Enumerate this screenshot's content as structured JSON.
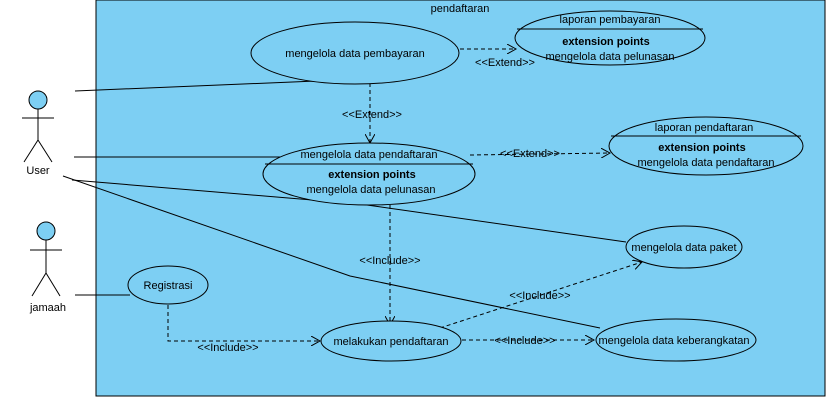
{
  "system": {
    "title": "pendaftaran"
  },
  "actors": {
    "user": "User",
    "jamaah": "jamaah"
  },
  "usecases": {
    "mengelola_pembayaran": "mengelola data pembayaran",
    "laporan_pembayaran": {
      "name": "laporan pembayaran",
      "ext_title": "extension points",
      "ext_point": "mengelola data pelunasan"
    },
    "mengelola_pendaftaran": {
      "name": "mengelola data pendaftaran",
      "ext_title": "extension points",
      "ext_point": "mengelola data pelunasan"
    },
    "laporan_pendaftaran": {
      "name": "laporan pendaftaran",
      "ext_title": "extension points",
      "ext_point": "mengelola data pendaftaran"
    },
    "mengelola_paket": "mengelola data paket",
    "registrasi": "Registrasi",
    "melakukan_pendaftaran": "melakukan pendaftaran",
    "mengelola_keberangkatan": "mengelola data keberangkatan"
  },
  "relations": {
    "extend1": "<<Extend>>",
    "extend2": "<<Extend>>",
    "extend3": "<<Extend>>",
    "include1": "<<Include>>",
    "include2": "<<Include>>",
    "include3": "<<Include>>",
    "include4": "<<Include>>"
  },
  "colors": {
    "system_fill": "#7dcff3",
    "actor_head": "#7dcff3",
    "stroke": "#000000"
  }
}
